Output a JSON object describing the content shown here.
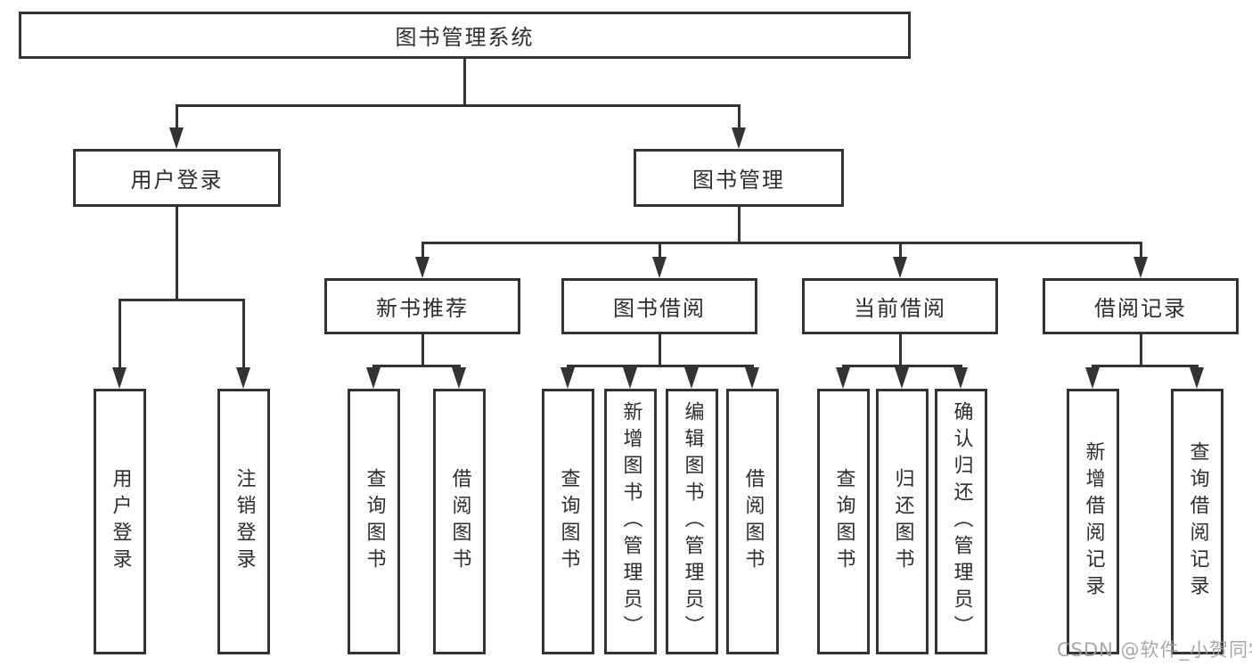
{
  "diagram_title": "图书管理系统",
  "nodes": {
    "root": "图书管理系统",
    "user_login": "用户登录",
    "book_mgmt": "图书管理",
    "new_books": "新书推荐",
    "book_borrow": "图书借阅",
    "current_borrow": "当前借阅",
    "borrow_records": "借阅记录",
    "leaf_user_login": "用户登录",
    "leaf_logout": "注销登录",
    "leaf_nb_query": "查询图书",
    "leaf_nb_borrow": "借阅图书",
    "leaf_bb_query": "查询图书",
    "leaf_bb_add": "新增图书（管理员）",
    "leaf_bb_edit": "编辑图书（管理员）",
    "leaf_bb_borrow": "借阅图书",
    "leaf_cb_query": "查询图书",
    "leaf_cb_return": "归还图书",
    "leaf_cb_confirm": "确认归还（管理员）",
    "leaf_br_add": "新增借阅记录",
    "leaf_br_query": "查询借阅记录"
  },
  "hierarchy": [
    {
      "parent": "图书管理系统",
      "children": [
        "用户登录",
        "图书管理"
      ]
    },
    {
      "parent": "用户登录",
      "children": [
        "用户登录",
        "注销登录"
      ]
    },
    {
      "parent": "图书管理",
      "children": [
        "新书推荐",
        "图书借阅",
        "当前借阅",
        "借阅记录"
      ]
    },
    {
      "parent": "新书推荐",
      "children": [
        "查询图书",
        "借阅图书"
      ]
    },
    {
      "parent": "图书借阅",
      "children": [
        "查询图书",
        "新增图书（管理员）",
        "编辑图书（管理员）",
        "借阅图书"
      ]
    },
    {
      "parent": "当前借阅",
      "children": [
        "查询图书",
        "归还图书",
        "确认归还（管理员）"
      ]
    },
    {
      "parent": "借阅记录",
      "children": [
        "新增借阅记录",
        "查询借阅记录"
      ]
    }
  ],
  "watermark": "CSDN @软件_小贺同学",
  "colors": {
    "line": "#333333",
    "text": "#2d2d2d",
    "background": "#ffffff",
    "watermark": "#9e9e9e"
  }
}
